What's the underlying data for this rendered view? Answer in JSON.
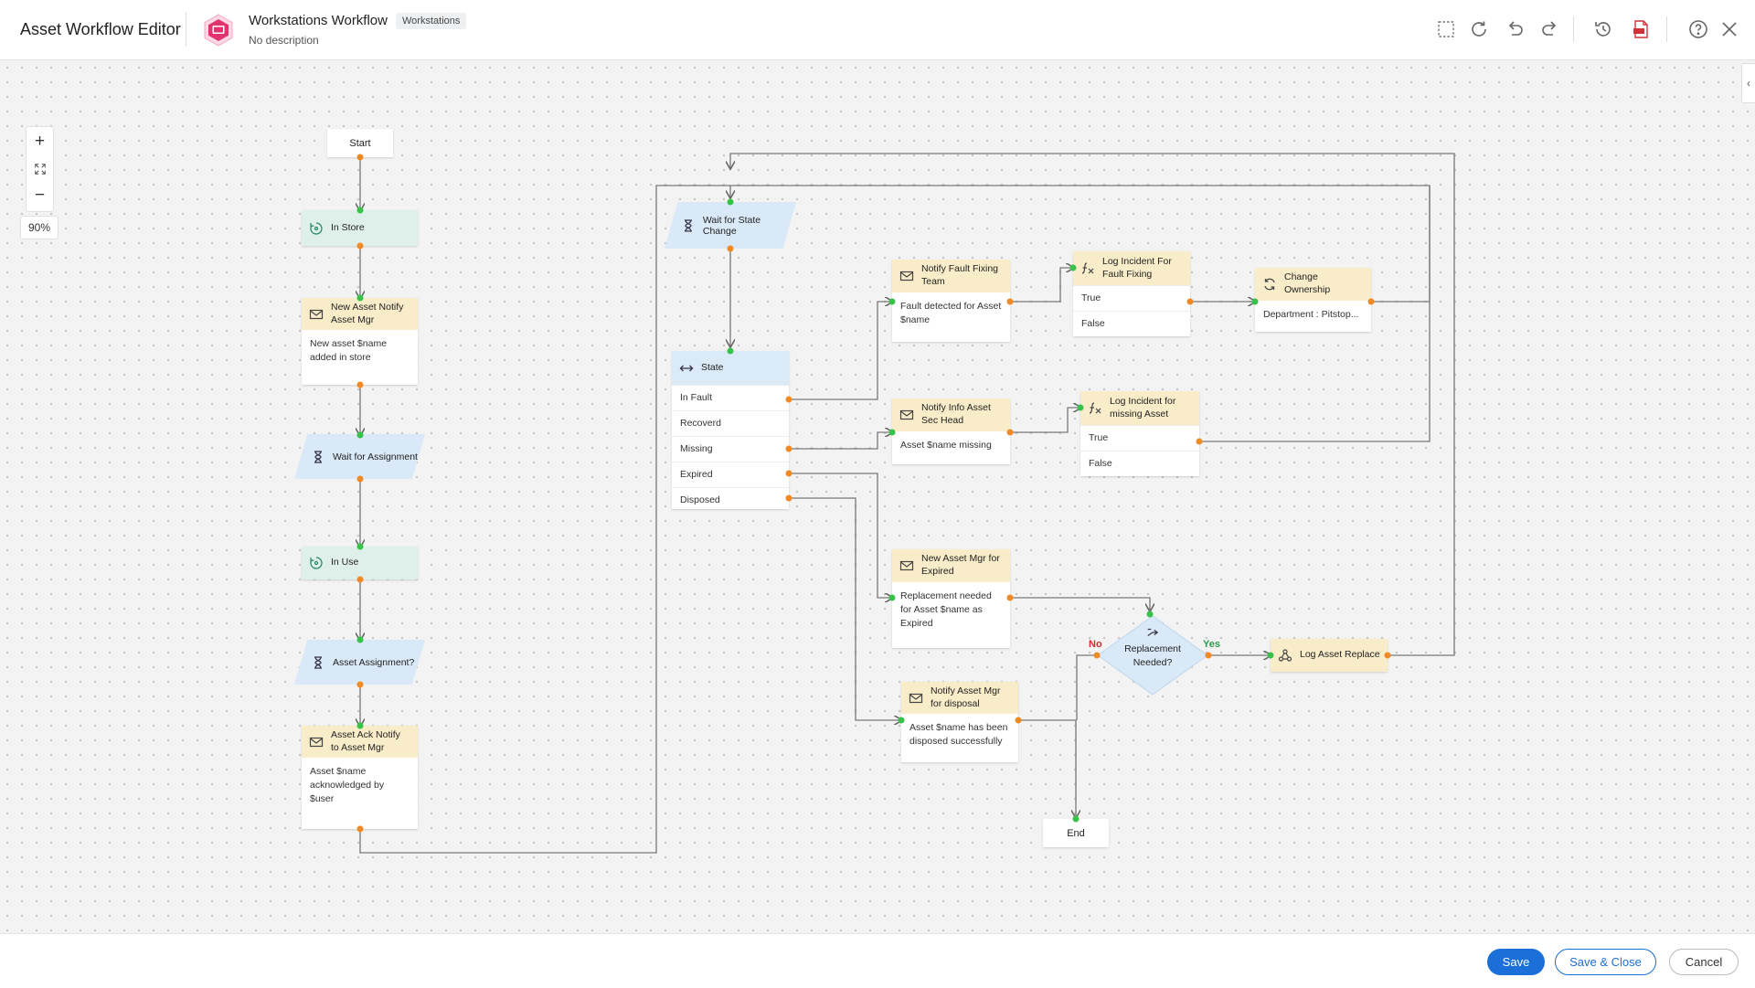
{
  "header": {
    "app_title": "Asset Workflow Editor",
    "workflow_name": "Workstations Workflow",
    "workflow_tag": "Workstations",
    "workflow_description": "No description",
    "toolbar_icons": [
      "select-area-icon",
      "refresh-icon",
      "undo-icon",
      "redo-icon",
      "history-icon",
      "pdf-icon",
      "help-icon",
      "close-icon"
    ]
  },
  "canvas": {
    "zoom_in_label": "+",
    "zoom_out_label": "−",
    "zoom_level": "90%",
    "collapse_label": "‹"
  },
  "nodes": {
    "start": "Start",
    "in_store": "In Store",
    "new_asset_notify": {
      "title": "New Asset Notify Asset Mgr",
      "body": "New asset $name added in store"
    },
    "wait_assignment": "Wait for Assignment",
    "in_use": "In Use",
    "asset_assignment": "Asset Assignment?",
    "asset_ack": {
      "title": "Asset Ack Notify to Asset Mgr",
      "body": "Asset $name acknowledged by $user"
    },
    "wait_state_change": "Wait for State Change",
    "state": {
      "title": "State",
      "rows": [
        "In Fault",
        "Recoverd",
        "Missing",
        "Expired",
        "Disposed"
      ]
    },
    "notify_fault": {
      "title": "Notify Fault Fixing Team",
      "body": "Fault detected for Asset $name"
    },
    "log_fault": {
      "title": "Log Incident For Fault Fixing",
      "rows": [
        "True",
        "False"
      ]
    },
    "change_ownership": {
      "title": "Change Ownership",
      "body": "Department : Pitstop..."
    },
    "notify_info": {
      "title": "Notify Info Asset Sec Head",
      "body": "Asset $name missing"
    },
    "log_missing": {
      "title": "Log Incident for missing Asset",
      "rows": [
        "True",
        "False"
      ]
    },
    "new_asset_expired": {
      "title": "New Asset Mgr for Expired",
      "body": "Replacement needed for Asset $name as Expired"
    },
    "replacement_needed": "Replacement Needed?",
    "log_replacement": "Log Asset Replacement R...",
    "notify_disposal": {
      "title": "Notify Asset Mgr for disposal",
      "body": "Asset $name has been disposed successfully"
    },
    "end": "End"
  },
  "branch_labels": {
    "no": "No",
    "yes": "Yes"
  },
  "colors": {
    "email_header": "#f8ecc9",
    "state_header": "#dbeaf7",
    "status_header": "#dff0ea",
    "out_port": "#f08a24",
    "in_port": "#37c24a",
    "primary": "#1a6fd8"
  },
  "footer": {
    "save": "Save",
    "save_close": "Save & Close",
    "cancel": "Cancel"
  }
}
